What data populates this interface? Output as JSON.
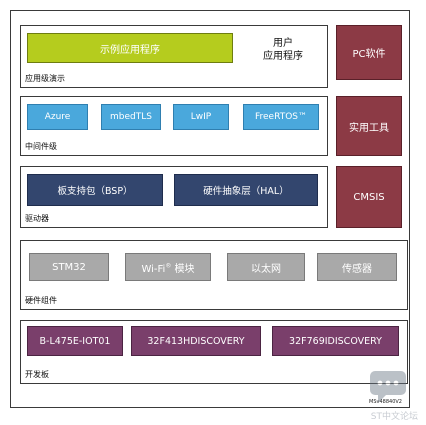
{
  "layers": {
    "app": {
      "label": "应用级演示",
      "demo": "示例应用程序",
      "user_app_line1": "用户",
      "user_app_line2": "应用程序"
    },
    "middleware": {
      "label": "中间件级",
      "items": [
        "Azure",
        "mbedTLS",
        "LwIP",
        "FreeRTOS™"
      ]
    },
    "drivers": {
      "label": "驱动器",
      "items": [
        "板支持包（BSP）",
        "硬件抽象层（HAL）"
      ]
    },
    "hardware": {
      "label": "硬件组件",
      "items": [
        "STM32",
        "Wi-Fi",
        "以太网",
        "传感器"
      ],
      "wifi_sup": "®",
      "wifi_suffix": " 模块"
    },
    "boards": {
      "label": "开发板",
      "items": [
        "B-L475E-IOT01",
        "32F413HDISCOVERY",
        "32F769IDISCOVERY"
      ]
    }
  },
  "side": [
    "PC软件",
    "实用工具",
    "CMSIS"
  ],
  "doc_id": "MSv48840V2",
  "watermark": "ST中文论坛",
  "colors": {
    "green": "#b5cc1e",
    "blue": "#4aa8dc",
    "navy": "#33466e",
    "grey": "#a9a9a9",
    "purple": "#7a3f6b",
    "side": "#8c3a45"
  }
}
